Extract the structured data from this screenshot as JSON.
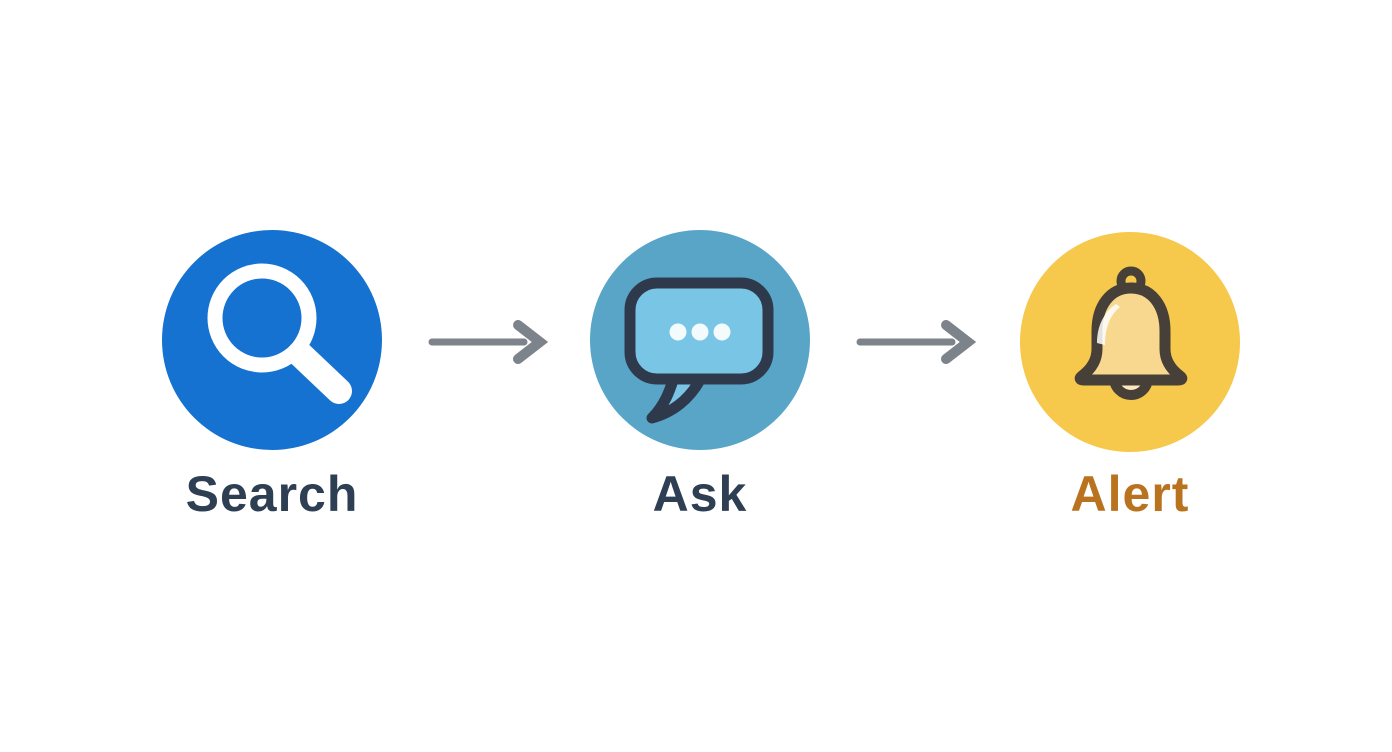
{
  "page": {
    "background_color": "#ffffff",
    "type": "three-step flow diagram"
  },
  "flow": {
    "steps": [
      {
        "label": "Search",
        "icon": "magnifier-icon",
        "circle_color": "#1572d0",
        "icon_color": "#ffffff",
        "label_color": "#2e3f54"
      },
      {
        "label": "Ask",
        "icon": "chat-bubble-icon",
        "circle_color": "#58a5c8",
        "bubble_fill": "#79c5e6",
        "bubble_outline": "#2e3a4b",
        "dot_color": "#f4fbfd",
        "label_color": "#2e3f54"
      },
      {
        "label": "Alert",
        "icon": "bell-icon",
        "circle_color": "#f6c84b",
        "bell_fill": "#f8d88e",
        "bell_outline": "#474038",
        "bell_highlight": "#ffffff",
        "label_color": "#b9731f"
      }
    ],
    "arrows": [
      {
        "direction": "right",
        "color": "#7d838a"
      },
      {
        "direction": "right",
        "color": "#7d838a"
      }
    ]
  }
}
